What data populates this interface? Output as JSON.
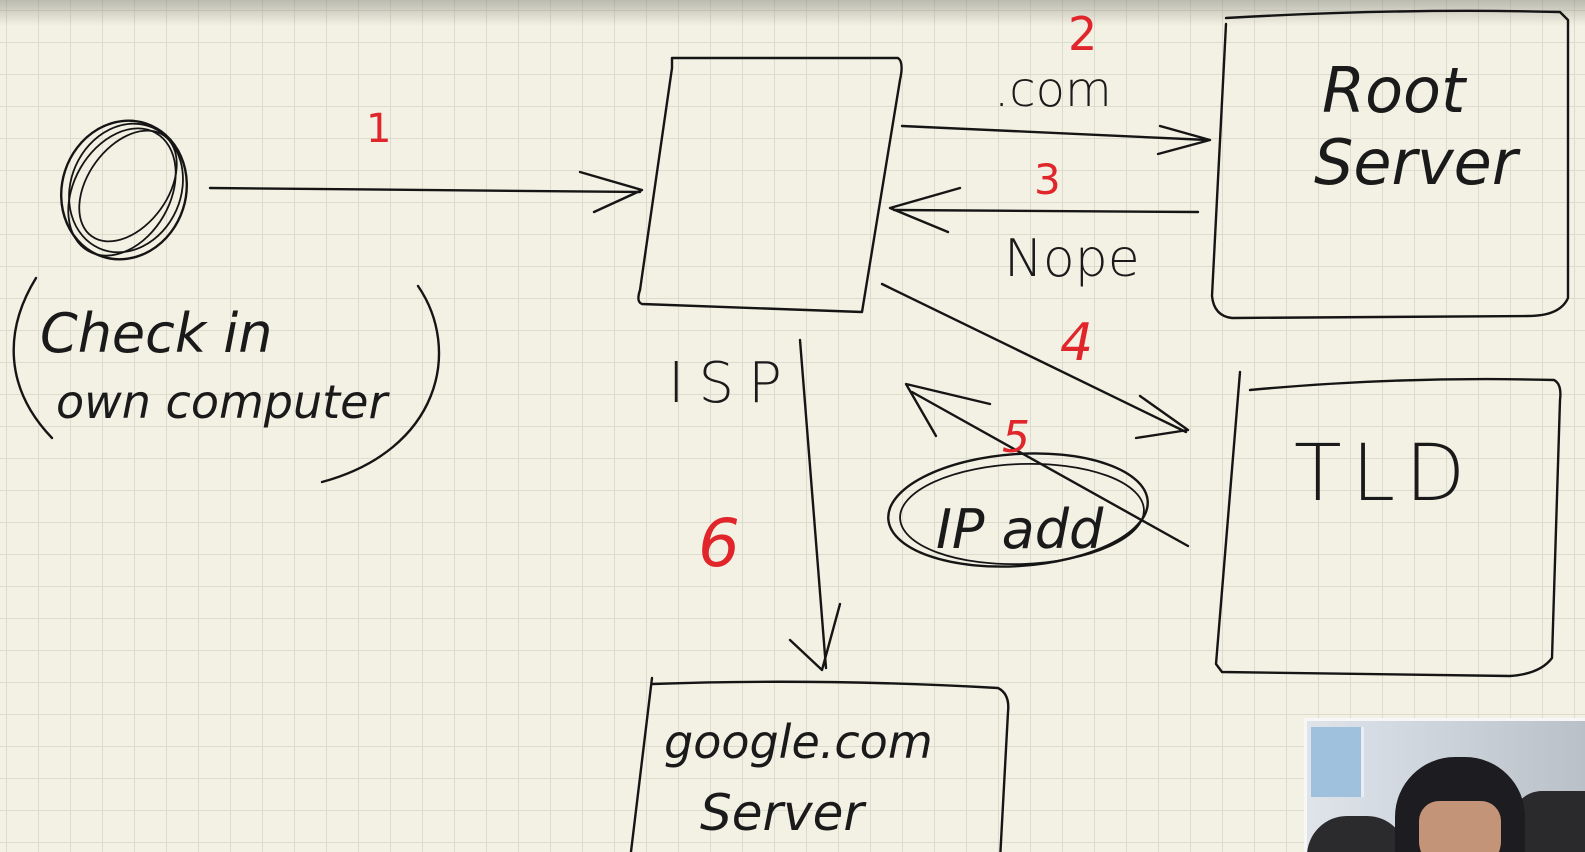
{
  "diagram": {
    "steps": [
      "1",
      "2",
      "3",
      "4",
      "5",
      "6"
    ],
    "client_note": {
      "line1": "Check in",
      "line2": "own computer"
    },
    "isp_label": "ISP",
    "arrow_labels": {
      "to_root": ".com",
      "from_root": "Nope",
      "from_tld": "IP add"
    },
    "root_server": {
      "line1": "Root",
      "line2": "Server"
    },
    "tld_label": "TLD",
    "google_server": {
      "line1": "google.com",
      "line2": "Server"
    }
  },
  "colors": {
    "ink": "#151515",
    "step_numbers": "#e0252b",
    "paper": "#f3f1e4",
    "grid": "#dcdcce"
  }
}
